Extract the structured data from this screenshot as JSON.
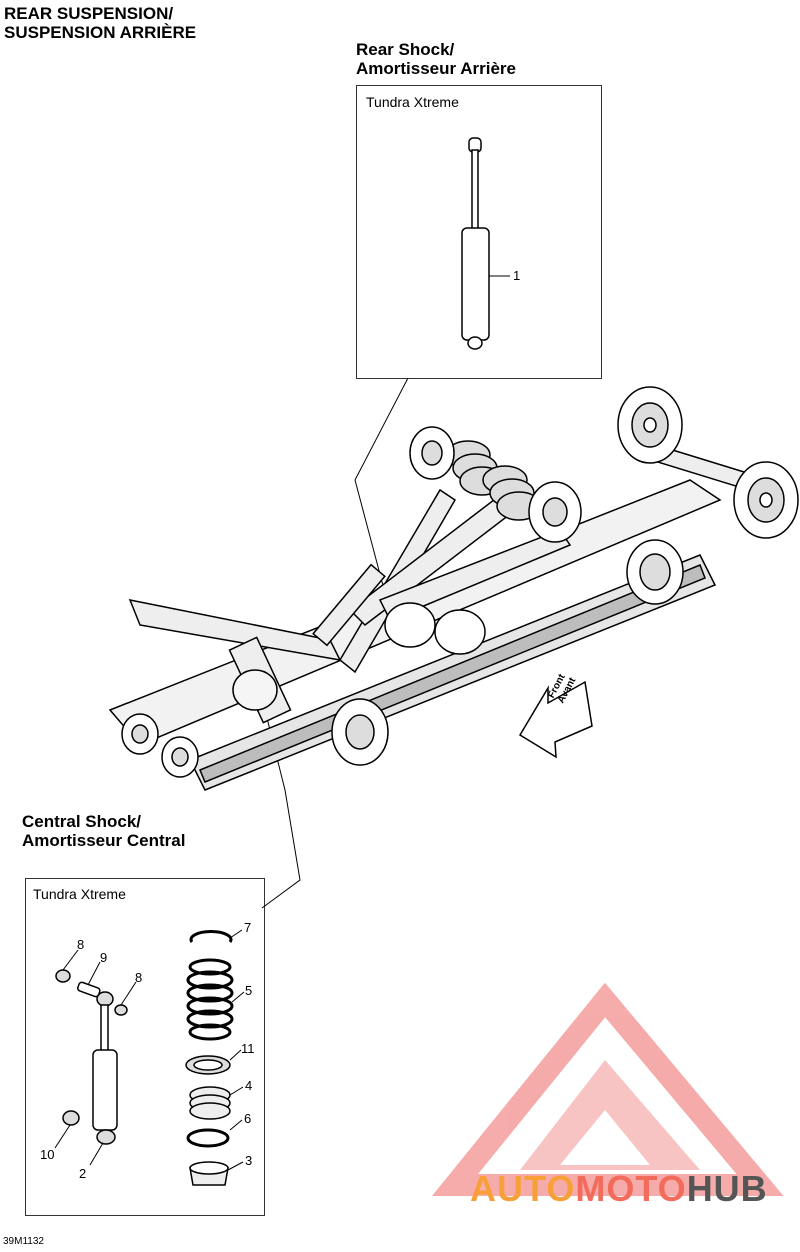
{
  "main_title": {
    "line1": "REAR SUSPENSION/",
    "line2": "SUSPENSION ARRIÈRE"
  },
  "rear_shock": {
    "title_line1": "Rear Shock/",
    "title_line2": "Amortisseur Arrière",
    "model": "Tundra Xtreme",
    "part_label": "1"
  },
  "central_shock": {
    "title_line1": "Central Shock/",
    "title_line2": "Amortisseur Central",
    "model": "Tundra Xtreme",
    "part_labels": [
      "8",
      "9",
      "8",
      "10",
      "2",
      "7",
      "5",
      "11",
      "4",
      "6",
      "3"
    ]
  },
  "front_arrow": {
    "line1": "Front",
    "line2": "Avant"
  },
  "figure_code": "39M1132",
  "watermark": {
    "auto": "AUTO",
    "moto": "MOTO",
    "hub": "HUB",
    "colors": {
      "auto": "#f7a03a",
      "moto": "#f26b5b",
      "hub": "#555555",
      "logo": "#f4a0a0"
    }
  }
}
